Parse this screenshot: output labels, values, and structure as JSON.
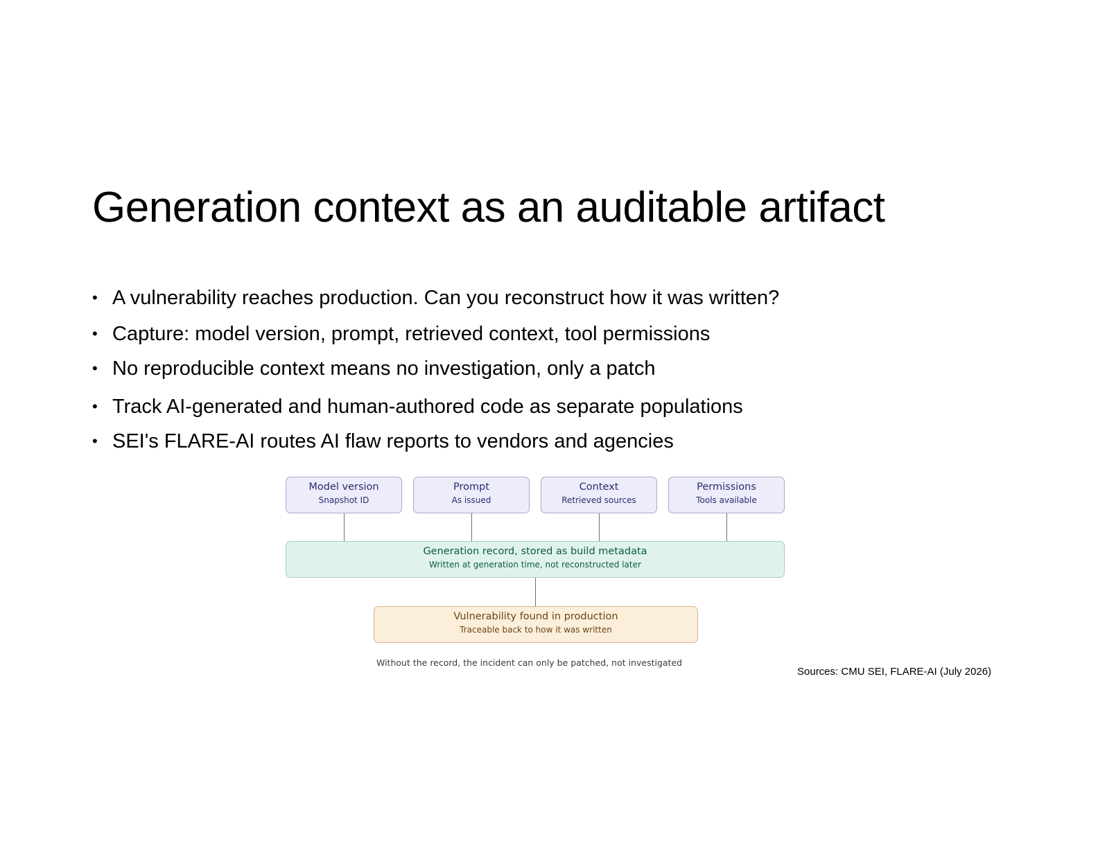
{
  "slide": {
    "title": "Generation context as an auditable artifact",
    "bullet_marker": "•",
    "bullets": [
      "A vulnerability reaches production. Can you reconstruct how it was written?",
      "Capture: model version, prompt, retrieved context, tool permissions",
      "No reproducible context means no investigation, only a patch",
      "Track AI-generated and human-authored code as separate populations",
      "SEI's FLARE-AI routes AI flaw reports to vendors and agencies"
    ],
    "sources": "Sources: CMU SEI, FLARE-AI (July 2026)"
  },
  "diagram": {
    "inputs": [
      {
        "title": "Model version",
        "subtitle": "Snapshot ID"
      },
      {
        "title": "Prompt",
        "subtitle": "As issued"
      },
      {
        "title": "Context",
        "subtitle": "Retrieved sources"
      },
      {
        "title": "Permissions",
        "subtitle": "Tools available"
      }
    ],
    "record": {
      "title": "Generation record, stored as build metadata",
      "subtitle": "Written at generation time, not reconstructed later"
    },
    "outcome": {
      "title": "Vulnerability found in production",
      "subtitle": "Traceable back to how it was written"
    },
    "caption": "Without the record, the incident can only be patched, not investigated",
    "colors": {
      "input_fill": "#ececfb",
      "input_text": "#2f2b6b",
      "record_fill": "#e0f3eb",
      "record_text": "#0d5a45",
      "outcome_fill": "#fbeedb",
      "outcome_text": "#6b4612"
    }
  }
}
